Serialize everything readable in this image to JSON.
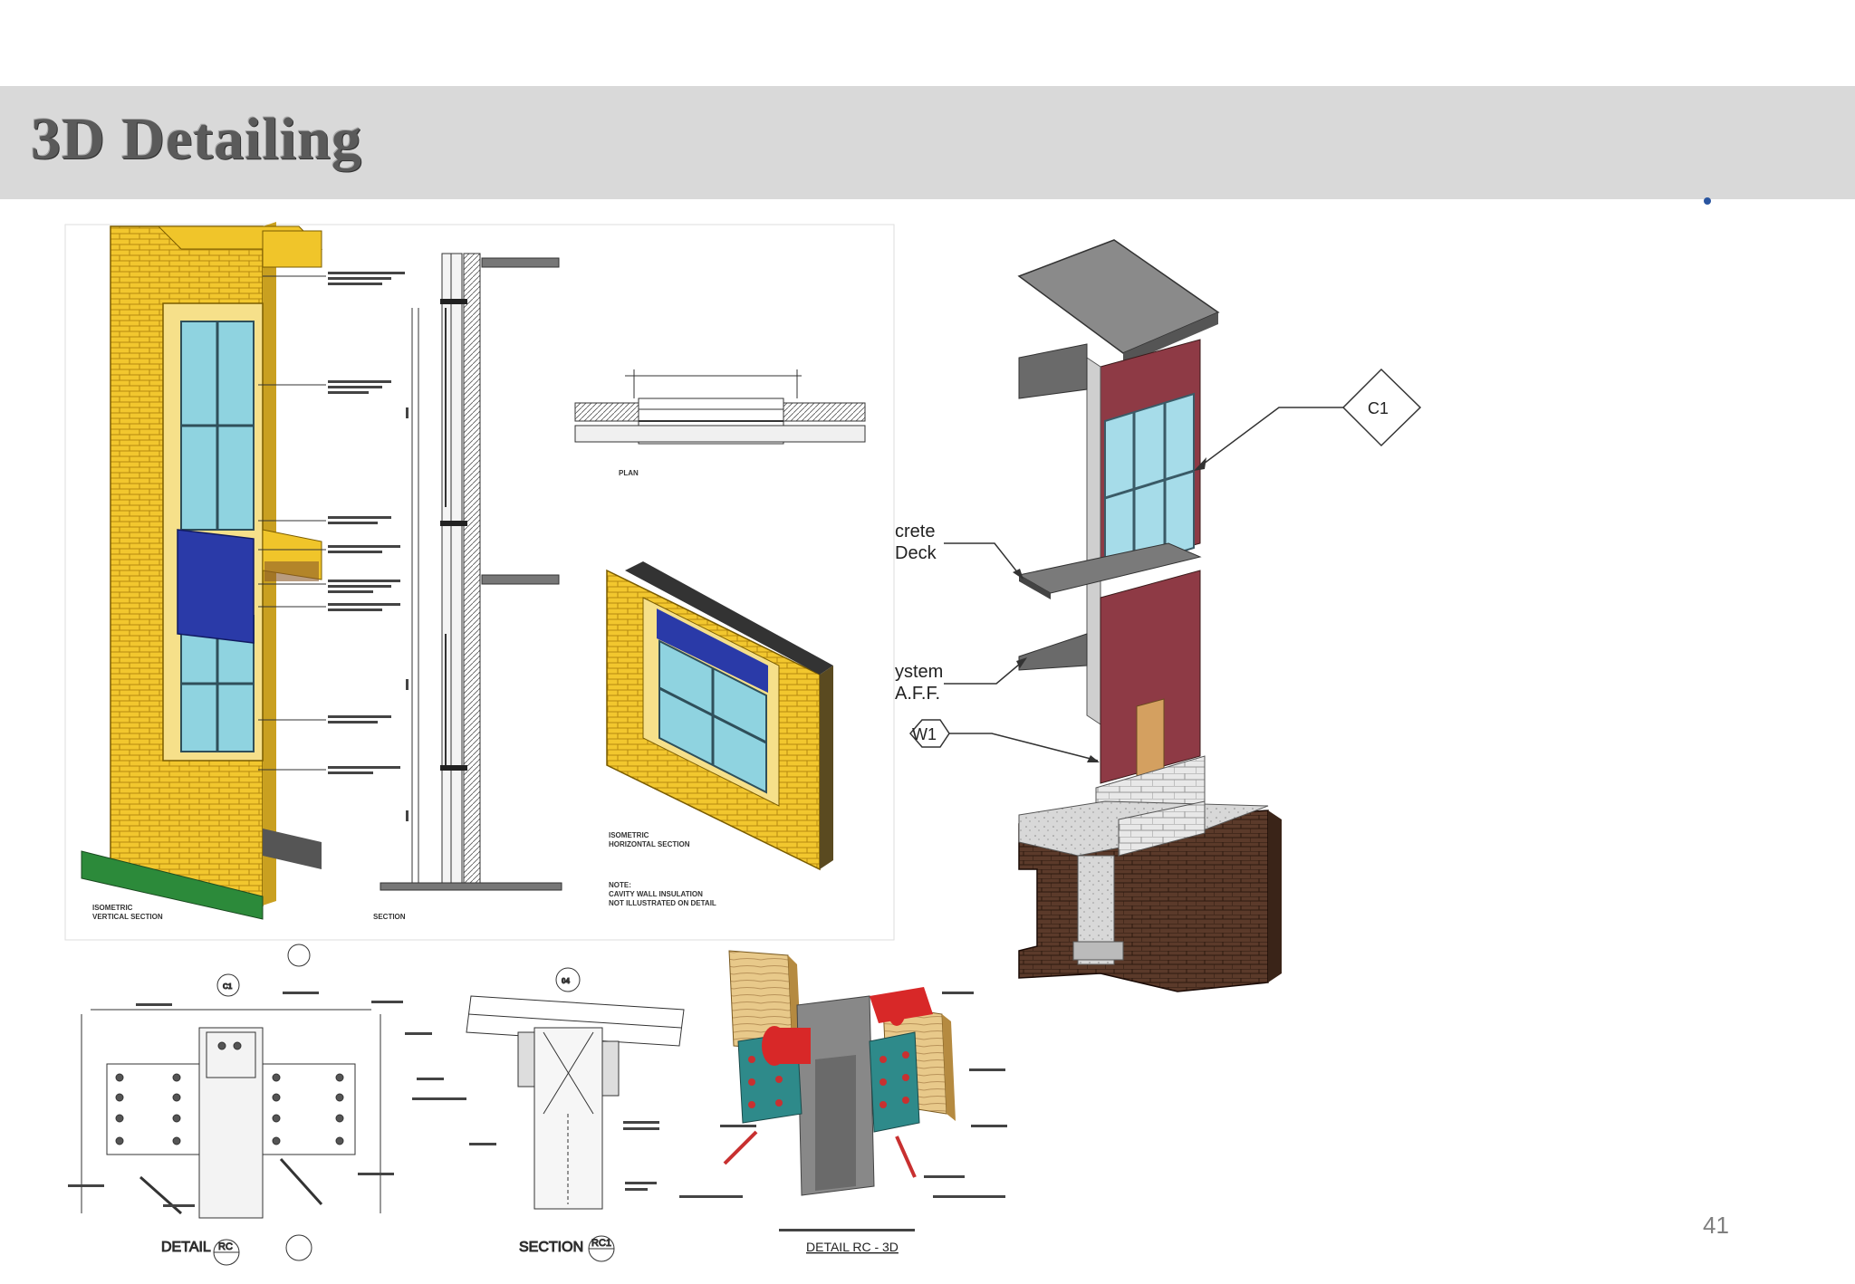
{
  "slide": {
    "title": "3D Detailing",
    "page_number": "41"
  },
  "vertical_section_sheet": {
    "isometric_vertical_label": "ISOMETRIC\nVERTICAL SECTION",
    "section_label": "SECTION",
    "plan_label": "PLAN",
    "isometric_horizontal_label": "ISOMETRIC\nHORIZONTAL SECTION",
    "note_label": "NOTE:\nCAVITY WALL INSULATION\nNOT ILLUSTRATED ON DETAIL"
  },
  "steel_detail_sheet": {
    "detail_label": "DETAIL",
    "detail_tag": "RC",
    "section_label": "SECTION",
    "section_tag": "RC1",
    "detail_3d_label": "DETAIL RC - 3D",
    "callout_c1": "C1",
    "callout_04": "04"
  },
  "building_section": {
    "tag_c1": "C1",
    "tag_w1": "W1",
    "label_deck_line1": "crete",
    "label_deck_line2": "Deck",
    "label_system_line1": "ystem",
    "label_system_line2": "A.F.F."
  },
  "colors": {
    "title_band": "#d9d9d9",
    "title_text": "#5a5a5a",
    "brick": "#f2c72e",
    "glass": "#8fd3e0",
    "panel_blue": "#2a3aa8",
    "wall_red": "#8e3a45",
    "steel_teal": "#2e8a8a",
    "pipe_red": "#d82828"
  }
}
